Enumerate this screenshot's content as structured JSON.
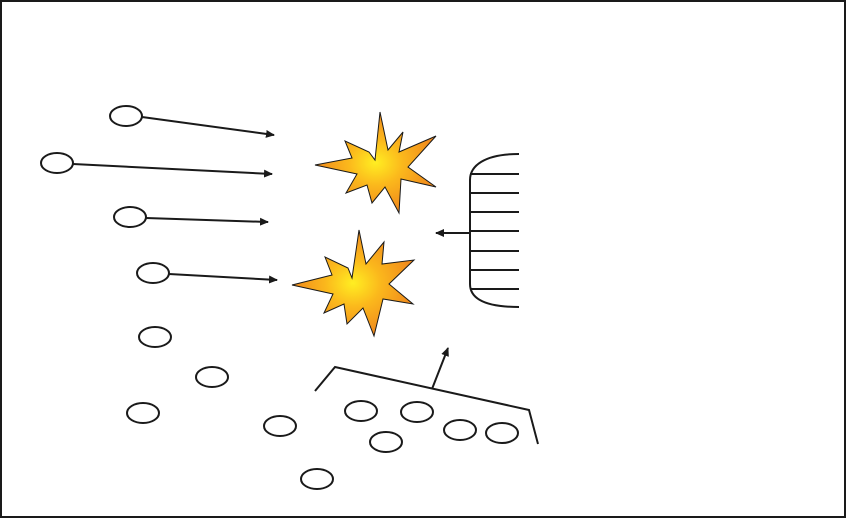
{
  "diagram": {
    "colors": {
      "stroke": "#1a1a1a",
      "burst_center": "#ffee22",
      "burst_mid": "#fbb81c",
      "burst_edge": "#f08a1c",
      "background": "#ffffff"
    },
    "icons": [
      "particle-circle",
      "arrow",
      "explosion-burst",
      "comb-shield",
      "bracket-plate"
    ]
  }
}
